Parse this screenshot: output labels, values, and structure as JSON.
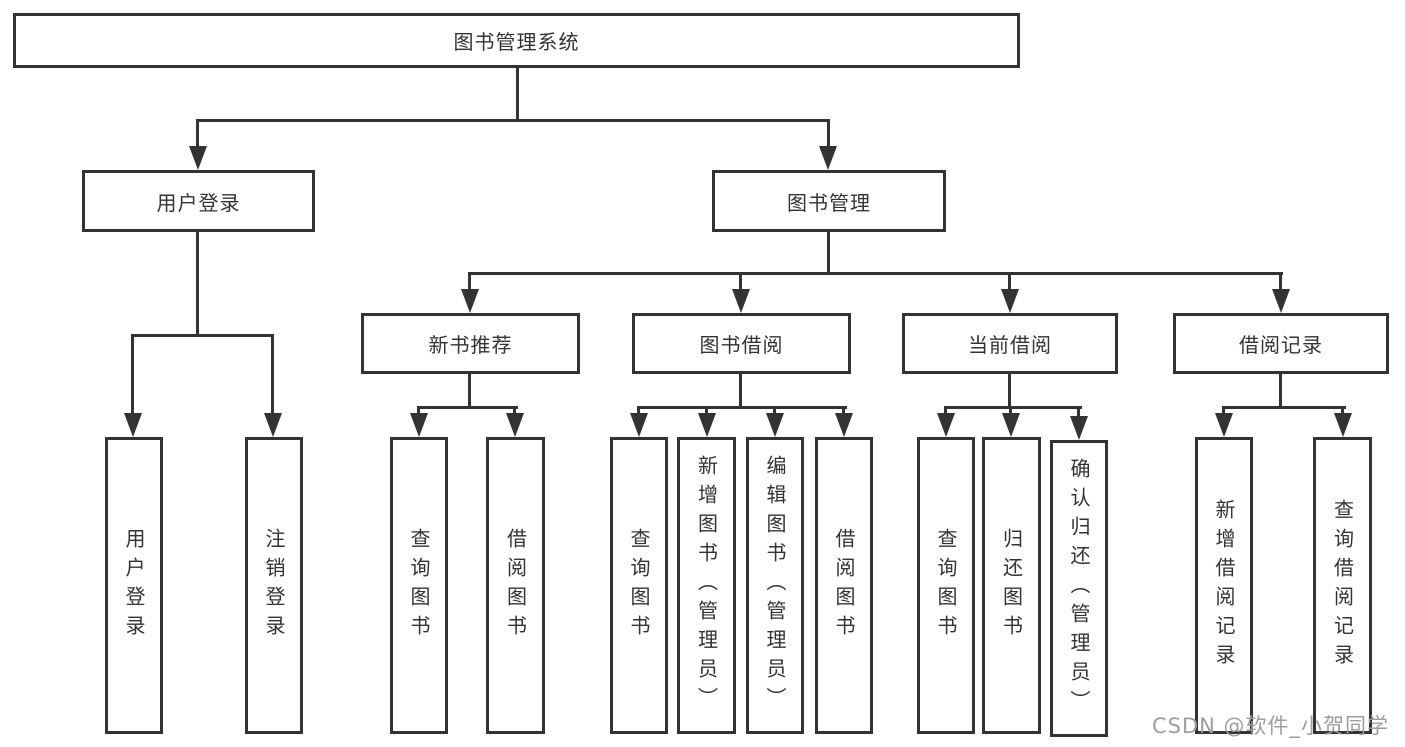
{
  "diagram": {
    "root": {
      "label": "图书管理系统"
    },
    "branches": [
      {
        "label": "用户登录",
        "children": [
          {
            "label": "用户登录"
          },
          {
            "label": "注销登录"
          }
        ]
      },
      {
        "label": "图书管理",
        "children": [
          {
            "label": "新书推荐",
            "children": [
              {
                "label": "查询图书"
              },
              {
                "label": "借阅图书"
              }
            ]
          },
          {
            "label": "图书借阅",
            "children": [
              {
                "label": "查询图书"
              },
              {
                "label": "新增图书（管理员）"
              },
              {
                "label": "编辑图书（管理员）"
              },
              {
                "label": "借阅图书"
              }
            ]
          },
          {
            "label": "当前借阅",
            "children": [
              {
                "label": "查询图书"
              },
              {
                "label": "归还图书"
              },
              {
                "label": "确认归还（管理员）"
              }
            ]
          },
          {
            "label": "借阅记录",
            "children": [
              {
                "label": "新增借阅记录"
              },
              {
                "label": "查询借阅记录"
              }
            ]
          }
        ]
      }
    ],
    "watermark": "CSDN @软件_小贺同学",
    "colors": {
      "line": "#333333",
      "text": "#333333",
      "watermark": "#9d9da2",
      "background": "#ffffff"
    }
  }
}
